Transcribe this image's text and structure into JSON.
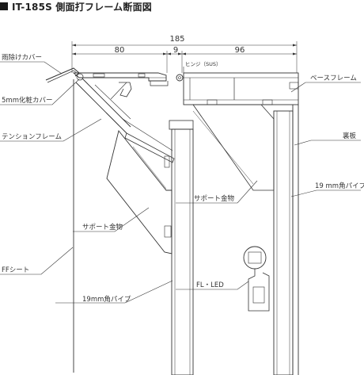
{
  "title": "IT-185S 側面打フレーム断面図",
  "dimensions": {
    "total": "185",
    "left": "80",
    "middle": "9",
    "right": "96"
  },
  "labels": {
    "rain_cover": "雨除けカバー",
    "decor_cover": "5mm化粧カバー",
    "tension_frame": "テンションフレーム",
    "ff_sheet": "FFシート",
    "support_left": "サポート金物",
    "pipe_left": "19mm角パイプ",
    "hinge": "ヒンジ（SUS）",
    "base_frame": "ベースフレーム",
    "back_plate": "裏板",
    "pipe_right": "19 mm角パイプ",
    "support_right": "サポート金物",
    "fl_led": "FL・LED"
  }
}
